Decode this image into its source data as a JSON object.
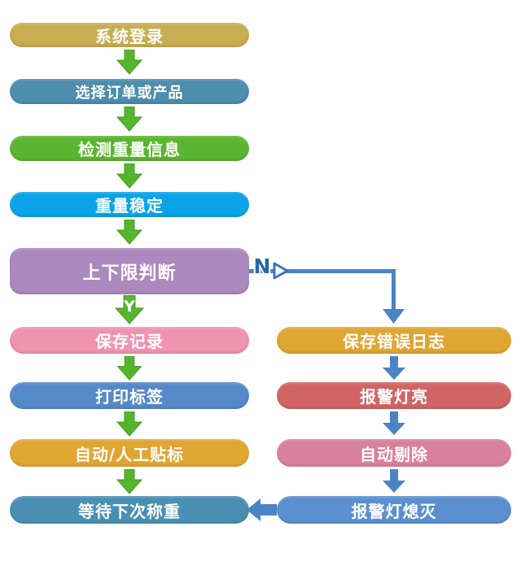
{
  "flowchart": {
    "left_column": [
      {
        "label": "系统登录",
        "color": "#c9ad52"
      },
      {
        "label": "选择订单或产品",
        "color": "#4d8dad"
      },
      {
        "label": "检测重量信息",
        "color": "#5cb531"
      },
      {
        "label": "重量稳定",
        "color": "#0aa3e8"
      },
      {
        "label": "上下限判断",
        "color": "#ab89bd"
      },
      {
        "label": "保存记录",
        "color": "#ef93b1"
      },
      {
        "label": "打印标签",
        "color": "#5589c9"
      },
      {
        "label": "自动/人工贴标",
        "color": "#e0a632"
      },
      {
        "label": "等待下次称重",
        "color": "#4a8fb3"
      }
    ],
    "right_column": [
      {
        "label": "保存错误日志",
        "color": "#e0a632"
      },
      {
        "label": "报警灯亮",
        "color": "#d16465"
      },
      {
        "label": "自动剔除",
        "color": "#d9809f"
      },
      {
        "label": "报警灯熄灭",
        "color": "#5b8fd0"
      }
    ],
    "branch_labels": {
      "yes": "Y",
      "no": "N"
    },
    "colors": {
      "green_arrow": "#55b52e",
      "green_arrow_edge": "#46971f",
      "blue_arrow": "#4a84c4",
      "n_label_blue": "#2a65ae",
      "background": "#ffffff"
    }
  }
}
